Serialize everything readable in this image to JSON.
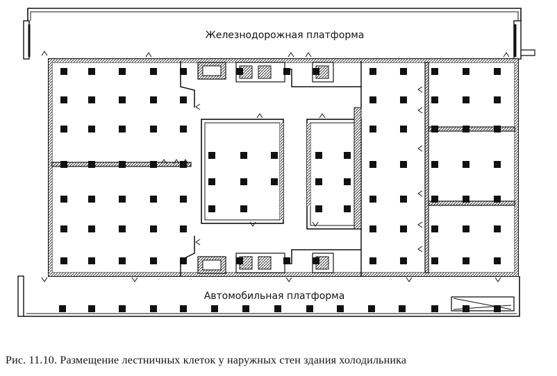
{
  "labels": {
    "top_platform": "Железнодорожная платформа",
    "bottom_platform": "Автомобильная платформа"
  },
  "caption": "Рис. 11.10. Размещение лестничных клеток у наружных стен здания холодильника",
  "colors": {
    "ink": "#111111",
    "hatch": "#555555",
    "paper": "#ffffff"
  }
}
